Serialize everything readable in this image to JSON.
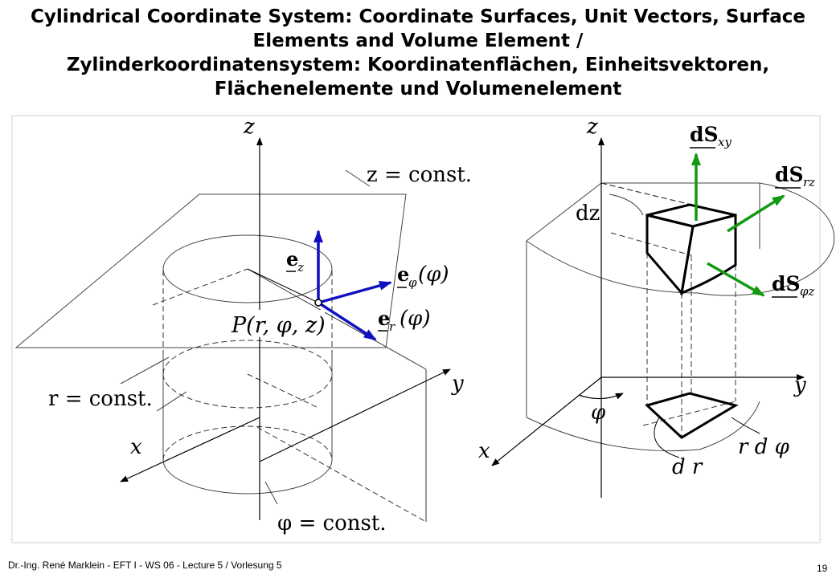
{
  "title": {
    "line1": "Cylindrical Coordinate System: Coordinate Surfaces, Unit Vectors, Surface",
    "line2": "Elements and Volume Element /",
    "line3": "Zylinderkoordinatensystem: Koordinatenflächen, Einheitsvektoren,",
    "line4": "Flächenelemente und Volumenelement"
  },
  "left_figure": {
    "z_axis": "z",
    "y_axis": "y",
    "x_axis": "x",
    "plane_z_const": "z = const.",
    "cyl_r_const": "r = const.",
    "plane_phi_const": "φ = const.",
    "point": "P(r, φ, z)",
    "vec_z": "e",
    "vec_z_sub": "z",
    "vec_phi": "e",
    "vec_phi_sub": "φ",
    "vec_phi_arg": "(φ)",
    "vec_r": "e",
    "vec_r_sub": "r",
    "vec_r_arg": "(φ)",
    "vector_color": "#1010c0"
  },
  "right_figure": {
    "z_axis": "z",
    "y_axis": "y",
    "x_axis": "x",
    "dz": "dz",
    "phi": "φ",
    "dr": "d r",
    "rdphi": "r d φ",
    "dS_xy": "dS",
    "dS_xy_sub": "xy",
    "dS_rz": "dS",
    "dS_rz_sub": "rz",
    "dS_phiz": "dS",
    "dS_phiz_sub": "φz",
    "vector_color": "#119911"
  },
  "footer": "Dr.-Ing. René Marklein - EFT I - WS 06 - Lecture 5 / Vorlesung 5",
  "page_number": "19"
}
